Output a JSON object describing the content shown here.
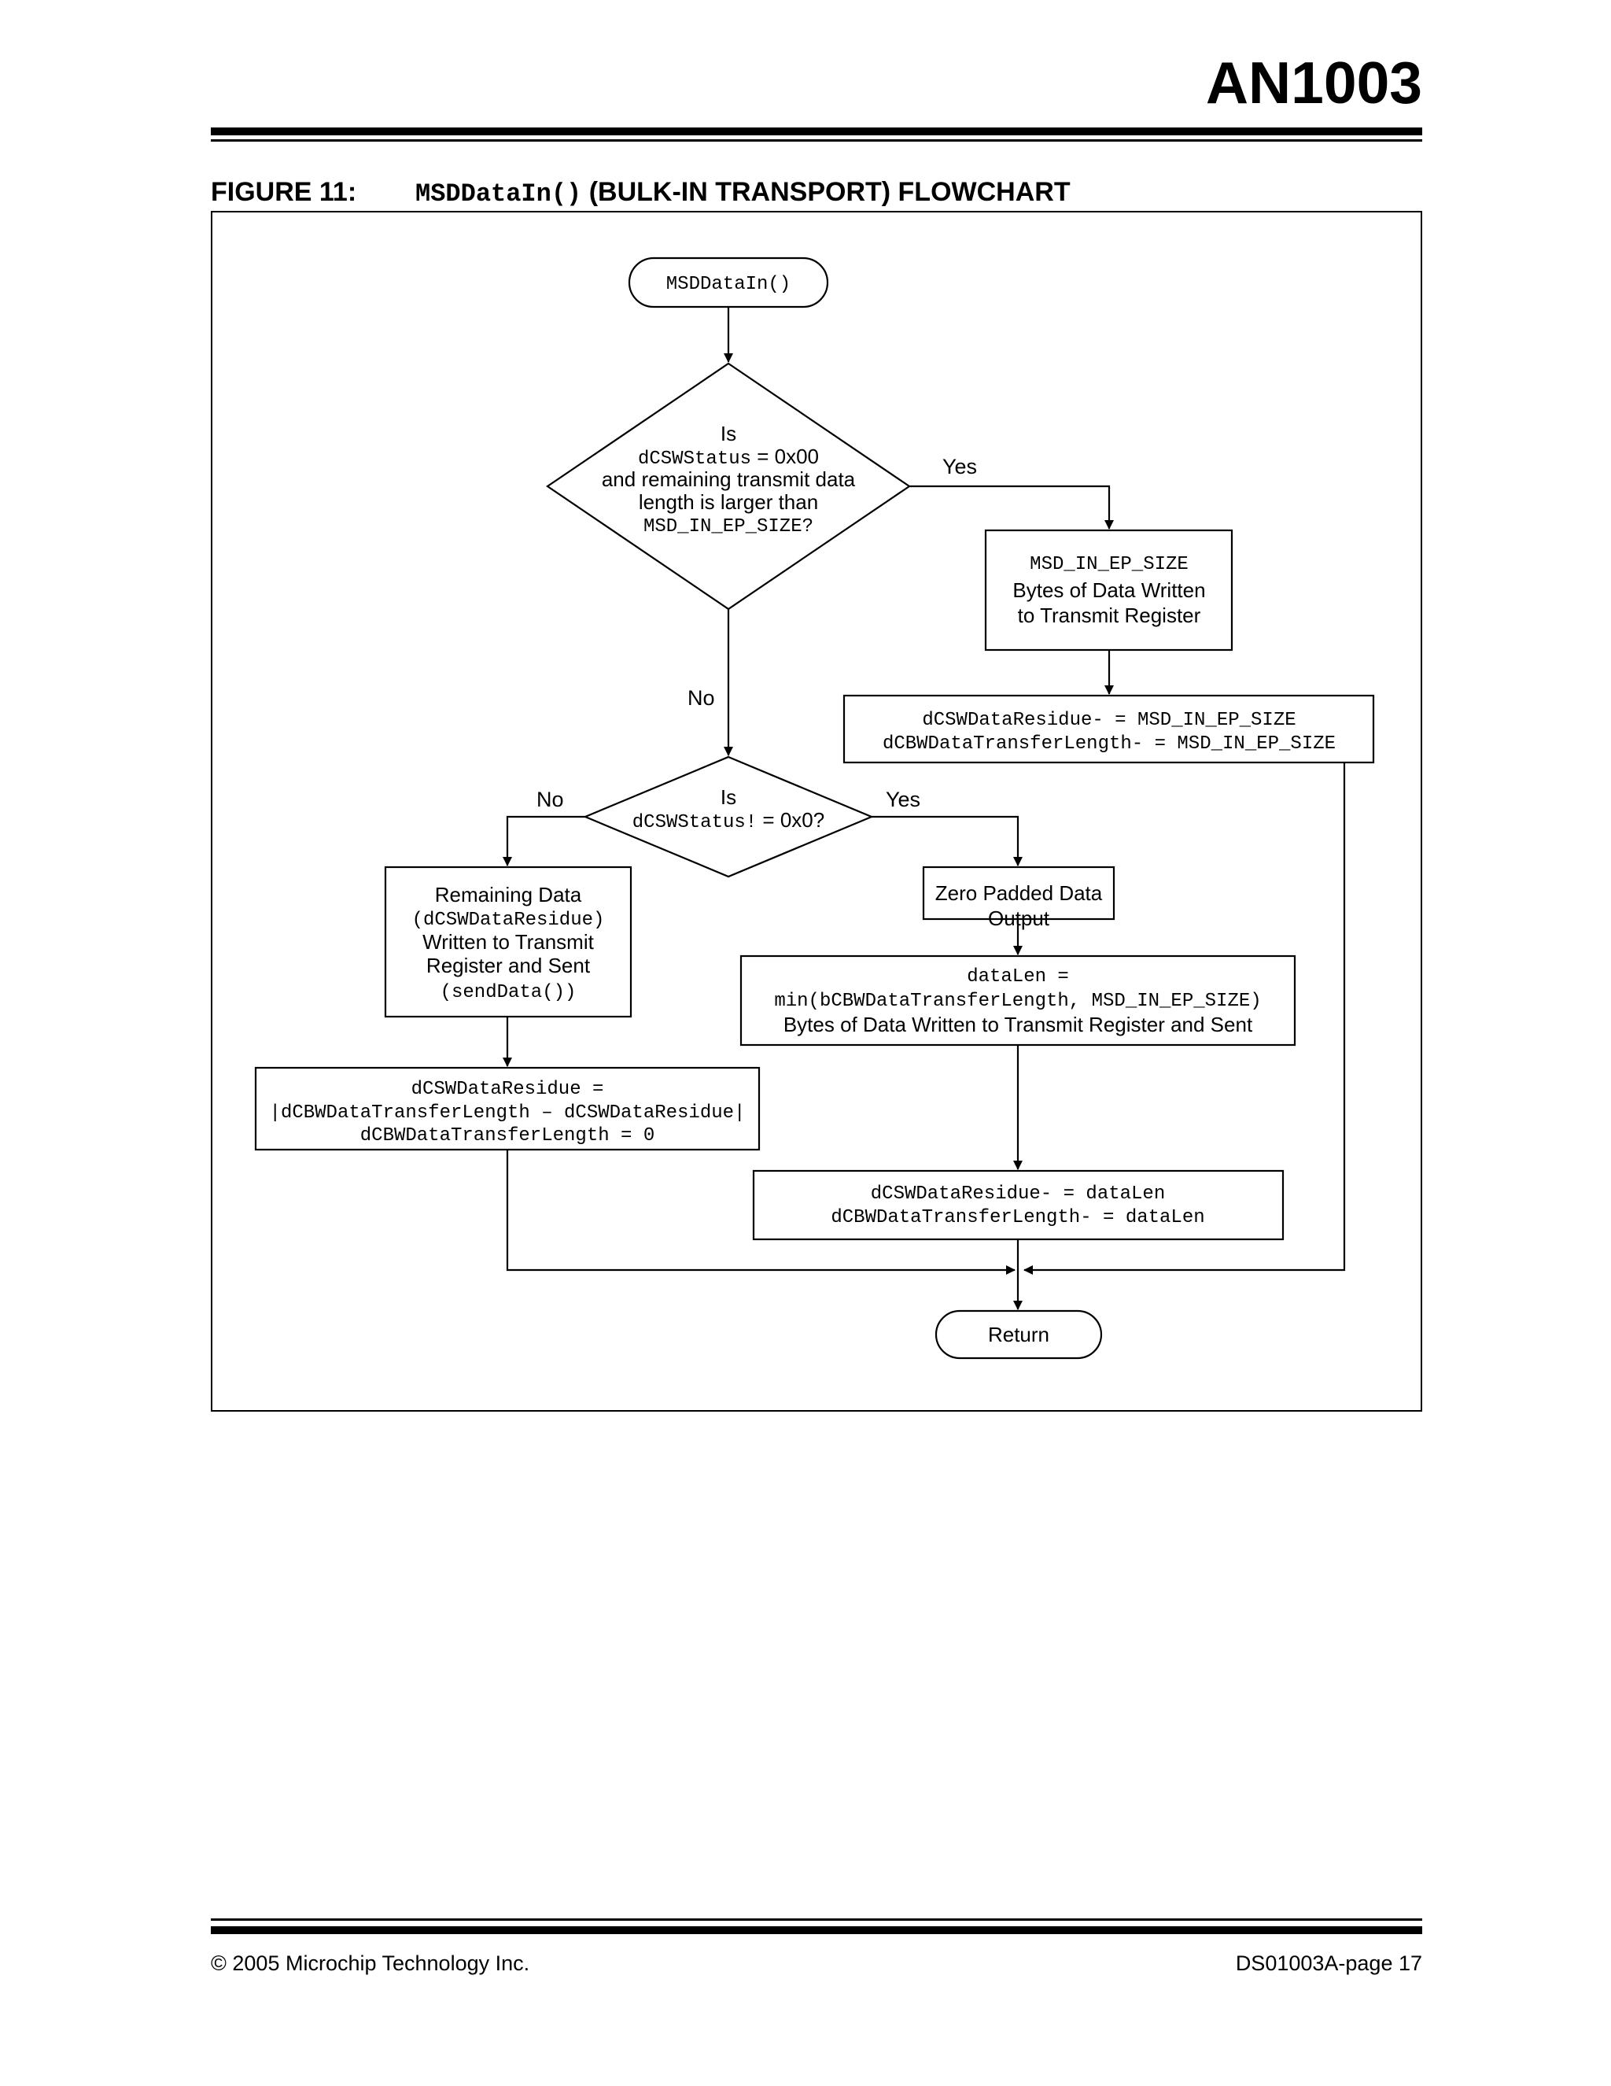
{
  "header": {
    "doc_id": "AN1003"
  },
  "figure": {
    "number": "FIGURE 11:",
    "title_code": "MSDDataIn()",
    "title_text": "(BULK-IN TRANSPORT) FLOWCHART"
  },
  "flow": {
    "start": "MSDDataIn()",
    "decision1": {
      "line1": "Is",
      "line2_code": "dCSWStatus",
      "line2_text": " = 0x00",
      "line3": "and remaining transmit data",
      "line4": "length is larger than",
      "line5_code": "MSD_IN_EP_SIZE?"
    },
    "yes1": "Yes",
    "no1": "No",
    "write_box": {
      "line1_code": "MSD_IN_EP_SIZE",
      "line2": "Bytes of Data Written",
      "line3": "to Transmit Register"
    },
    "update1": {
      "line1_code": "dCSWDataResidue- = ",
      "line1_code2": "MSD_IN_EP_SIZE",
      "line2_code": "dCBWDataTransferLength- = ",
      "line2_code2": "MSD_IN_EP_SIZE"
    },
    "decision2": {
      "line1": "Is",
      "line2_code": "dCSWStatus!",
      "line2_text": " = 0x0?"
    },
    "no2": "No",
    "yes2": "Yes",
    "remaining_box": {
      "line1": "Remaining Data",
      "line2_code": "(dCSWDataResidue)",
      "line3": "Written to Transmit",
      "line4": "Register and Sent",
      "line5_code": "(sendData())"
    },
    "zero_box": {
      "line1": "Zero Padded Data",
      "line2": "Output"
    },
    "datalen_box": {
      "line1_code": "dataLen =",
      "line2_code": "min(bCBWDataTransferLength, MSD_IN_EP_SIZE)",
      "line3": "Bytes of Data Written to Transmit Register and Sent"
    },
    "residue_box": {
      "line1_code": "dCSWDataResidue =",
      "line2_code": "|dCBWDataTransferLength – dCSWDataResidue|",
      "line3_code": "dCBWDataTransferLength = 0"
    },
    "update2": {
      "line1_code": "dCSWDataResidue- = dataLen",
      "line2_code": "dCBWDataTransferLength- = dataLen"
    },
    "end": "Return"
  },
  "footer": {
    "left": "© 2005 Microchip Technology Inc.",
    "right": "DS01003A-page 17"
  }
}
